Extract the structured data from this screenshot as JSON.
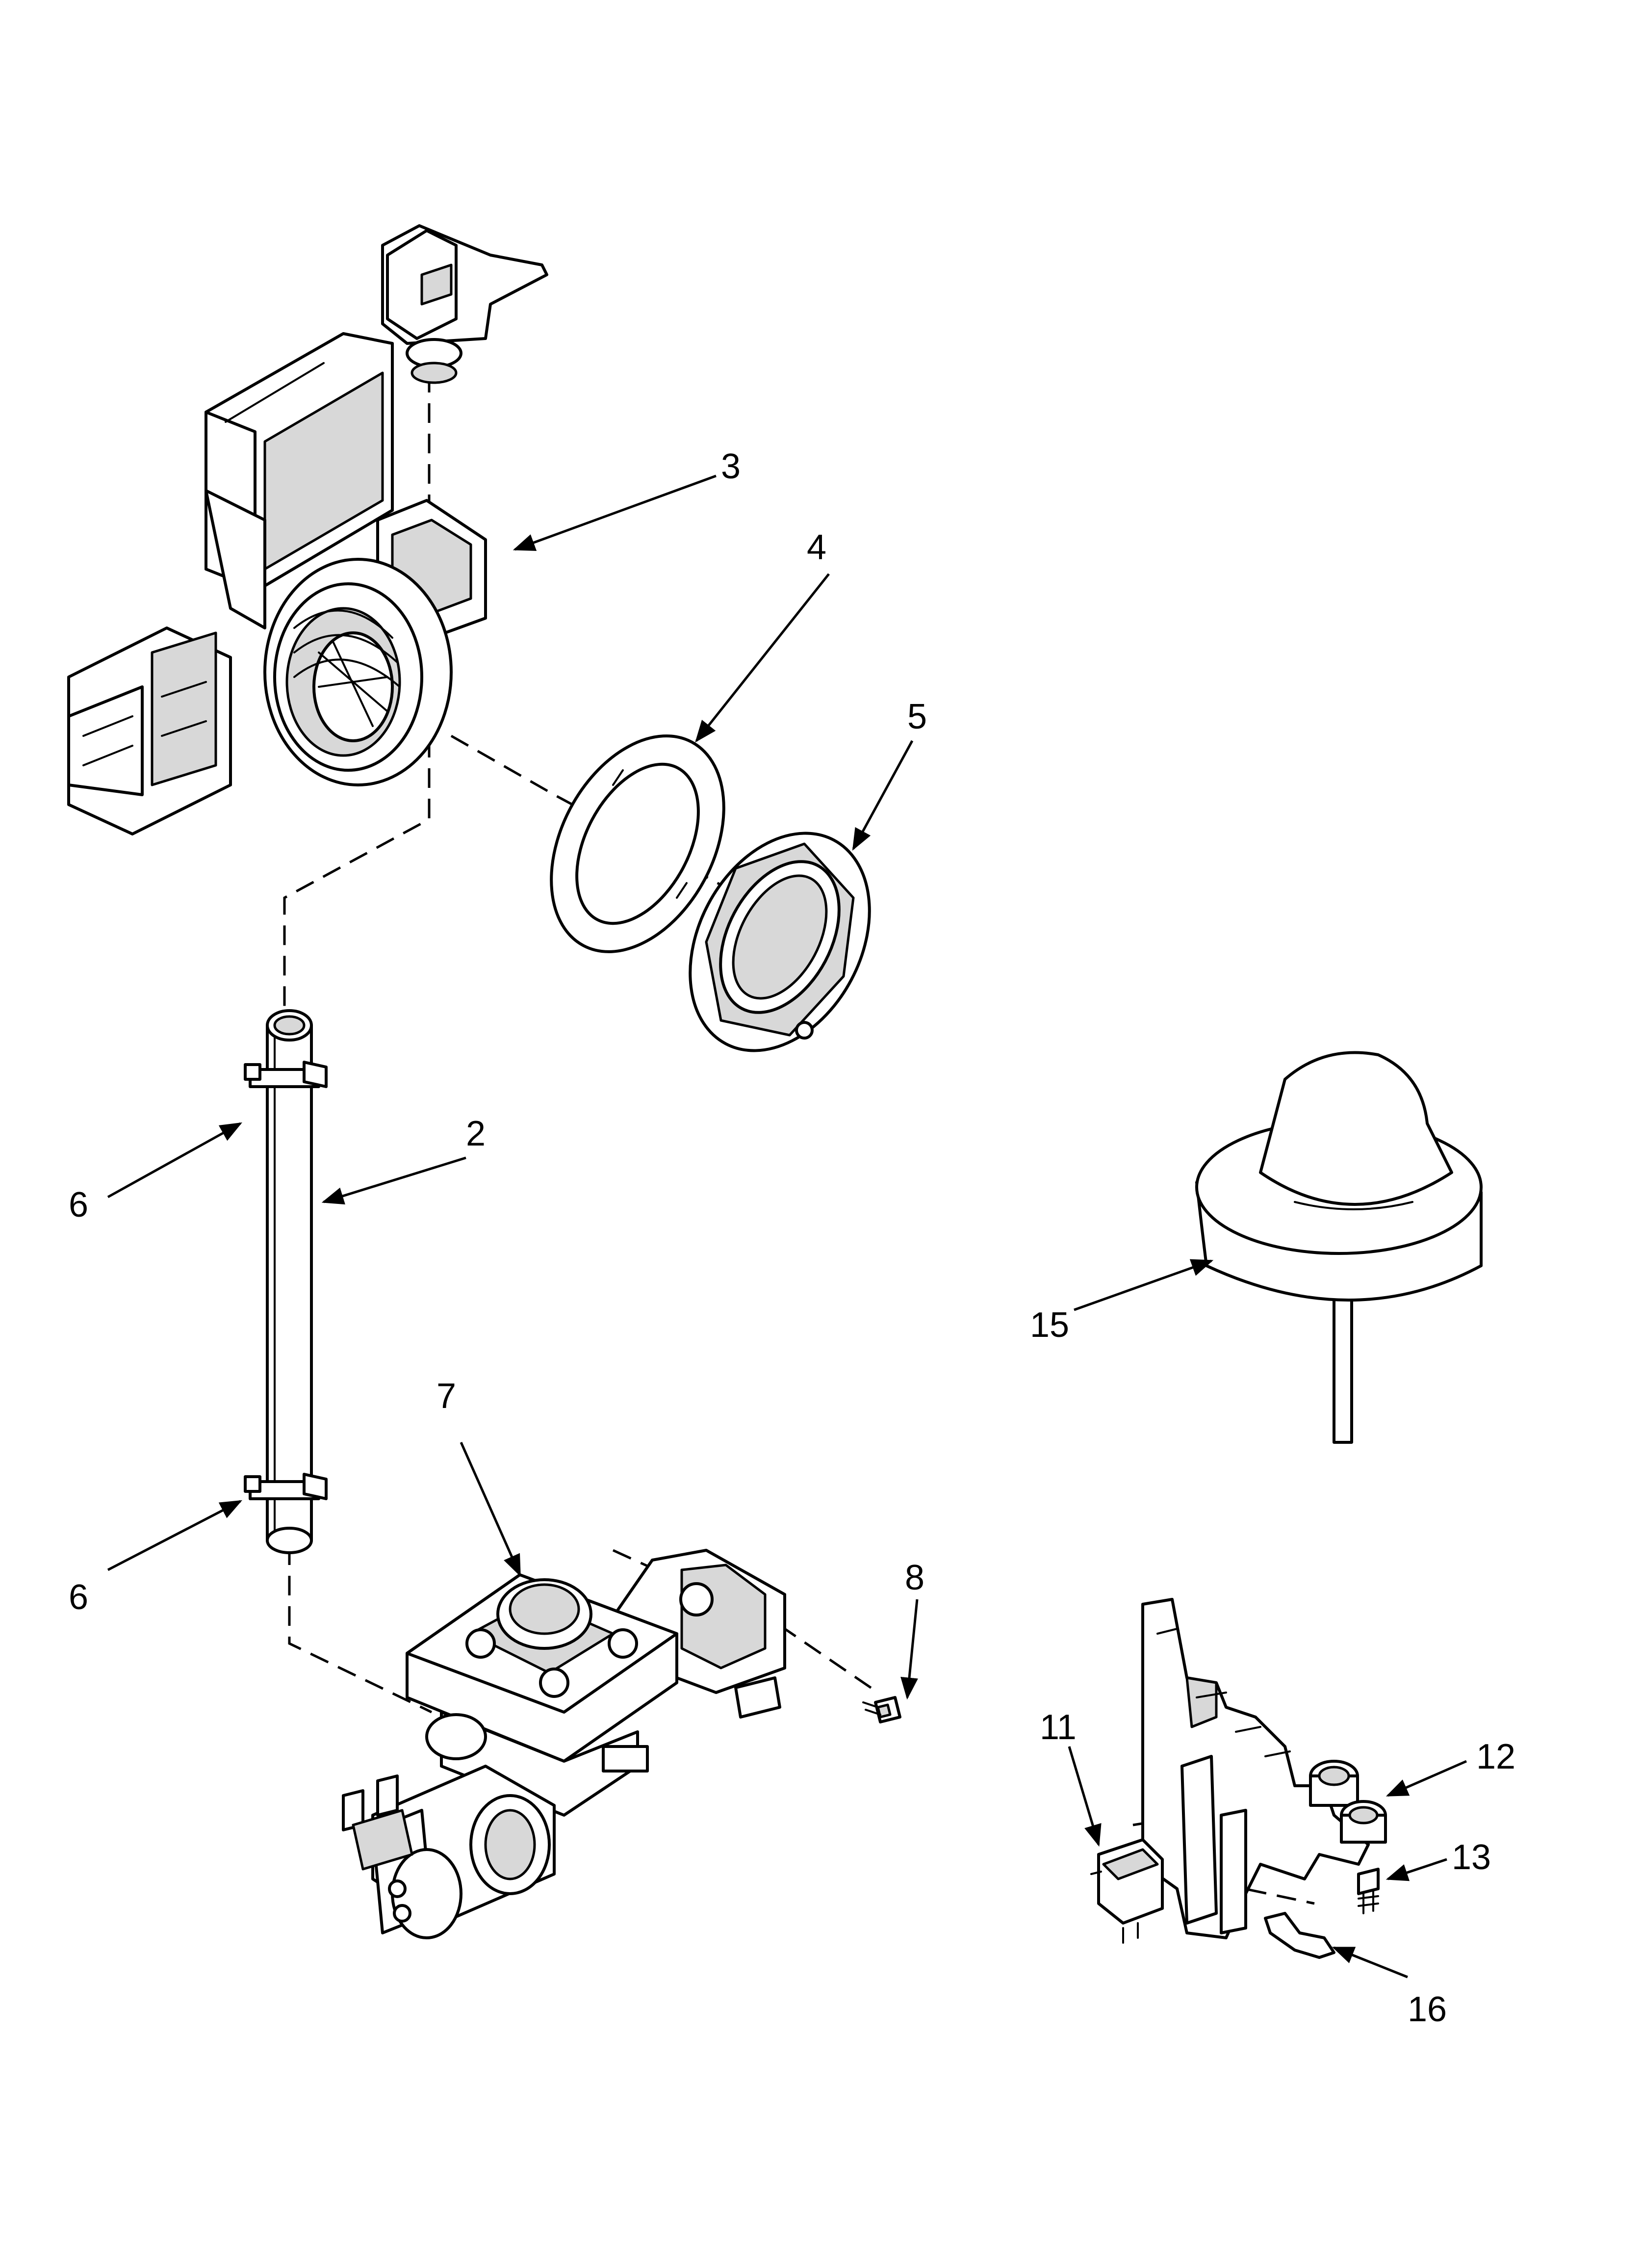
{
  "callouts": {
    "c2": "2",
    "c3": "3",
    "c4": "4",
    "c5": "5",
    "c6a": "6",
    "c6b": "6",
    "c7": "7",
    "c8": "8",
    "c11": "11",
    "c12": "12",
    "c13": "13",
    "c15": "15",
    "c16": "16"
  },
  "colors": {
    "line": "#000000",
    "fill": "#ffffff",
    "shade": "#d8d8d8"
  }
}
